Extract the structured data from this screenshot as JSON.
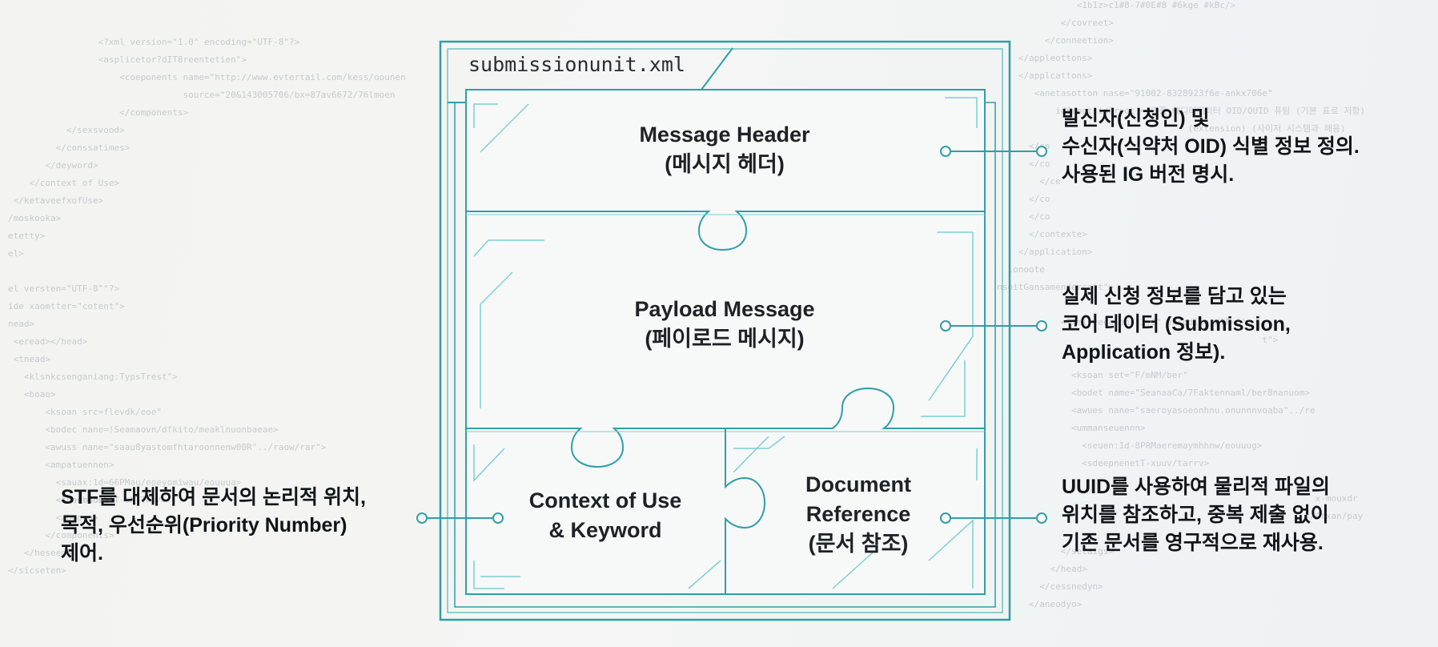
{
  "document_title": "submissionunit.xml",
  "sections": {
    "message_header": [
      "Message Header",
      "(메시지 헤더)"
    ],
    "payload_message": [
      "Payload Message",
      "(페이로드 메시지)"
    ],
    "context_of_use": [
      "Context of Use",
      "& Keyword"
    ],
    "document_reference": [
      "Document",
      "Reference",
      "(문서 참조)"
    ]
  },
  "annotations": {
    "message_header": [
      "발신자(신청인) 및",
      "수신자(식약처 OID) 식별 정보 정의.",
      "사용된 IG 버전 명시."
    ],
    "payload_message": [
      "실제 신청 정보를 담고 있는",
      "코어 데이터 (Submission,",
      "Application 정보)."
    ],
    "document_reference": [
      "UUID를 사용하여 물리적 파일의",
      "위치를 참조하고, 중복 제출 없이",
      "기존 문서를 영구적으로 재사용."
    ],
    "context_of_use": [
      "STF를 대체하여 문서의 논리적 위치,",
      "목적, 우선순위(Priority Number)",
      "제어."
    ]
  },
  "colors": {
    "frame": "#2f9fa6",
    "inner_line": "#7ccfd4",
    "text": "#1e2226",
    "background_code": "#c6cbce"
  }
}
